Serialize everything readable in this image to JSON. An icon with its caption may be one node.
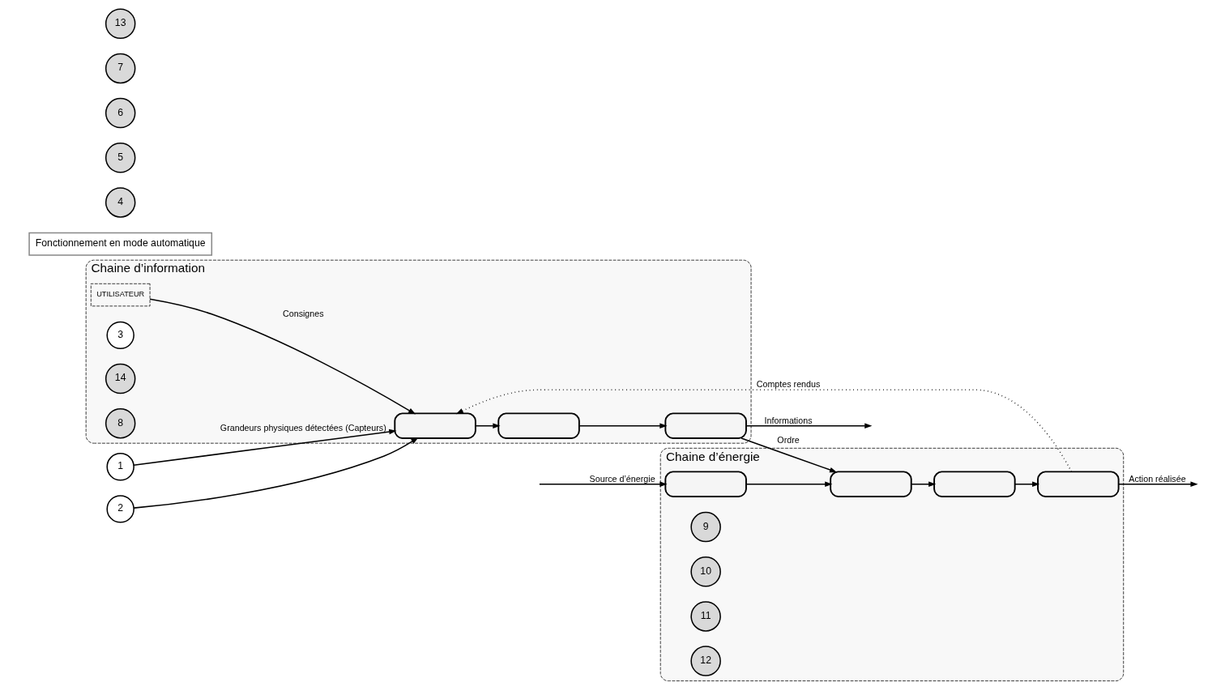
{
  "diagram": {
    "nodes": [
      {
        "text": [
          "Chaine d’information"
        ]
      },
      {
        "text": [
          "Fonctionnement en mode automatique"
        ]
      },
      {
        "text": [
          "UTILISATEUR"
        ],
        "in": 0
      },
      {
        "text": [
          "3"
        ],
        "in": 0
      },
      {
        "text": [
          "14"
        ],
        "in": 0
      },
      {
        "text": [
          "8"
        ],
        "in": 0
      },
      {
        "text": [],
        "shape": "box",
        "in": 0
      },
      {
        "text": [],
        "shape": "box",
        "in": 0
      },
      {
        "text": [],
        "shape": "box",
        "in": 0
      },
      {
        "text": [
          "4"
        ]
      },
      {
        "text": [
          "5"
        ]
      },
      {
        "text": [
          "6"
        ]
      },
      {
        "text": [
          "7"
        ]
      },
      {
        "text": [
          "1"
        ]
      },
      {
        "text": [
          "2"
        ]
      },
      {
        "text": [
          "Chaine d’énergie"
        ]
      },
      {
        "text": [
          "13"
        ]
      },
      {
        "text": [],
        "shape": "box",
        "in": 15
      },
      {
        "text": [],
        "shape": "box",
        "in": 15
      },
      {
        "text": [],
        "shape": "box",
        "in": 15
      },
      {
        "text": [],
        "shape": "box",
        "in": 15
      },
      {
        "text": [
          "9"
        ],
        "in": 15
      },
      {
        "text": [
          "10"
        ],
        "in": 15
      },
      {
        "text": [
          "11"
        ],
        "in": 15
      },
      {
        "text": [
          "12"
        ],
        "in": 15
      }
    ],
    "edges": [
      {
        "from": 2,
        "to": 6,
        "arrow": "to",
        "label": "Consignes"
      },
      {
        "from": 13,
        "to": 6,
        "arrow": "to",
        "label": "Grandeurs physiques détectées (Capteurs)"
      },
      {
        "from": 14,
        "to": 6,
        "arrow": "to"
      },
      {
        "from": 6,
        "to": 7,
        "arrow": "to"
      },
      {
        "from": 7,
        "to": 8,
        "arrow": "to"
      },
      {
        "from": 8,
        "to": null,
        "arrow": "to",
        "label": "Informations"
      },
      {
        "from": 8,
        "to": 18,
        "arrow": "to",
        "label": "Ordre"
      },
      {
        "from": null,
        "to": 17,
        "arrow": "to",
        "label": "Source d’énergie"
      },
      {
        "from": 17,
        "to": 18,
        "arrow": "to"
      },
      {
        "from": 18,
        "to": 19,
        "arrow": "to"
      },
      {
        "from": 19,
        "to": 20,
        "arrow": "to"
      },
      {
        "from": 20,
        "to": null,
        "arrow": "to",
        "label": "Action réalisée"
      },
      {
        "from": 20,
        "to": 6,
        "arrow": "to",
        "label": "Comptes rendus",
        "style": "dashed"
      }
    ]
  }
}
